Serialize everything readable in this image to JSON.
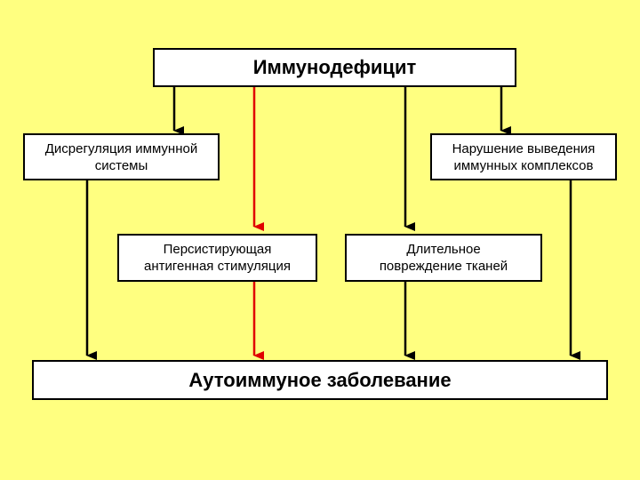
{
  "top": {
    "label": "Иммунодефицит"
  },
  "left": {
    "line1": "Дисрегуляция иммунной",
    "line2": "системы"
  },
  "right": {
    "line1": "Нарушение выведения",
    "line2": "иммунных комплексов"
  },
  "mid_left": {
    "line1": "Персистирующая",
    "line2": "антигенная стимуляция"
  },
  "mid_right": {
    "line1": "Длительное",
    "line2": "повреждение тканей"
  },
  "bottom": {
    "label": "Аутоиммуное заболевание"
  },
  "colors": {
    "background": "#FFFF80",
    "arrow_default": "#000000",
    "arrow_highlight": "#E00000"
  }
}
